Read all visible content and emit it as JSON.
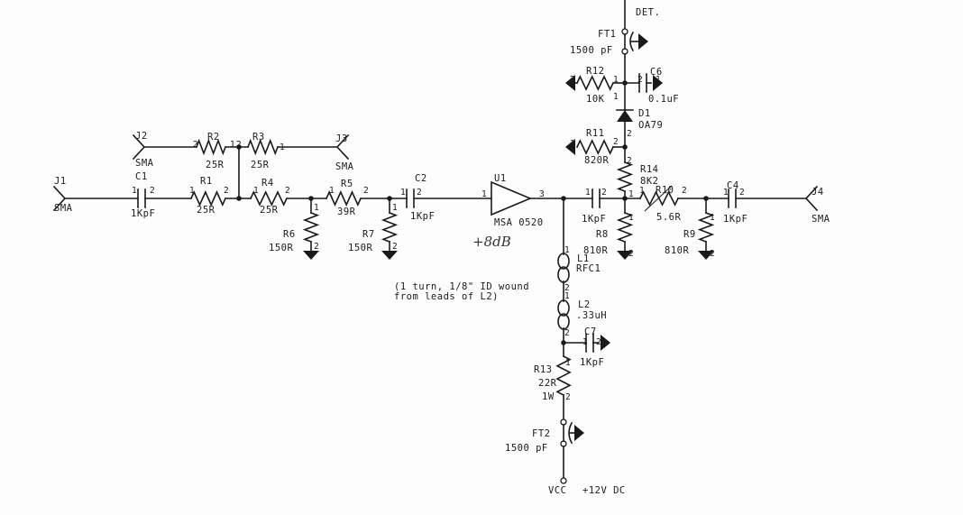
{
  "title_net": "DET.",
  "connectors": {
    "J1": {
      "ref": "J1",
      "type": "SMA"
    },
    "J2": {
      "ref": "J2",
      "type": "SMA"
    },
    "J3": {
      "ref": "J3",
      "type": "SMA"
    },
    "J4": {
      "ref": "J4",
      "type": "SMA"
    }
  },
  "parts": {
    "C1": {
      "ref": "C1",
      "value": "1KpF"
    },
    "C2": {
      "ref": "C2",
      "value": "1KpF"
    },
    "C3": {
      "value": "1KpF"
    },
    "C4": {
      "ref": "C4",
      "value": "1KpF"
    },
    "C6": {
      "ref": "C6",
      "value": "0.1uF"
    },
    "C7": {
      "ref": "C7",
      "value": "1KpF"
    },
    "R1": {
      "ref": "R1",
      "value": "25R"
    },
    "R2": {
      "ref": "R2",
      "value": "25R"
    },
    "R3": {
      "ref": "R3",
      "value": "25R"
    },
    "R4": {
      "ref": "R4",
      "value": "25R"
    },
    "R5": {
      "ref": "R5",
      "value": "39R"
    },
    "R6": {
      "ref": "R6",
      "value": "150R"
    },
    "R7": {
      "ref": "R7",
      "value": "150R"
    },
    "R8": {
      "ref": "R8",
      "value": "810R"
    },
    "R9": {
      "ref": "R9",
      "value": "810R"
    },
    "R10": {
      "ref": "R10",
      "value": "5.6R"
    },
    "R11": {
      "ref": "R11",
      "value": "820R"
    },
    "R12": {
      "ref": "R12",
      "value": "10K"
    },
    "R13": {
      "ref": "R13",
      "value": "22R",
      "power": "1W"
    },
    "R14": {
      "ref": "R14",
      "value": "8K2"
    },
    "D1": {
      "ref": "D1",
      "value": "OA79"
    },
    "U1": {
      "ref": "U1",
      "value": "MSA 0520"
    },
    "L1": {
      "ref": "L1",
      "value": "RFC1"
    },
    "L2": {
      "ref": "L2",
      "value": ".33uH"
    },
    "FT1": {
      "ref": "FT1",
      "value": "1500 pF"
    },
    "FT2": {
      "ref": "FT2",
      "value": "1500 pF"
    }
  },
  "pins": {
    "C1": [
      "1",
      "2"
    ],
    "R1": [
      "1",
      "2"
    ],
    "R2": [
      "2",
      "1"
    ],
    "R3": [
      "2",
      "1"
    ],
    "R4": [
      "1",
      "2"
    ],
    "R5": [
      "1",
      "2"
    ],
    "R6": [
      "1",
      "2"
    ],
    "R7": [
      "1",
      "2"
    ],
    "C2": [
      "1",
      "2"
    ],
    "U1": [
      "1",
      "3"
    ],
    "C3": [
      "1",
      "2"
    ],
    "R10": [
      "1",
      "2"
    ],
    "C4": [
      "1",
      "2"
    ],
    "R8": [
      "1",
      "2"
    ],
    "R9": [
      "1",
      "2"
    ],
    "R14": [
      "2",
      "1"
    ],
    "R11": [
      "1",
      "2"
    ],
    "D1": [
      "1",
      "2"
    ],
    "R12": [
      "2",
      "1"
    ],
    "C6": [
      "2",
      "1"
    ],
    "L1": [
      "1",
      "2"
    ],
    "L2": [
      "1",
      "2"
    ],
    "C7": [
      "1",
      "2"
    ],
    "R13": [
      "1",
      "2"
    ]
  },
  "notes": {
    "l1_note_line1": "(1 turn, 1/8\" ID wound",
    "l1_note_line2": "from leads of L2)",
    "gain_annotation": "+8dB"
  },
  "power": {
    "net": "VCC",
    "voltage": "+12V DC"
  }
}
